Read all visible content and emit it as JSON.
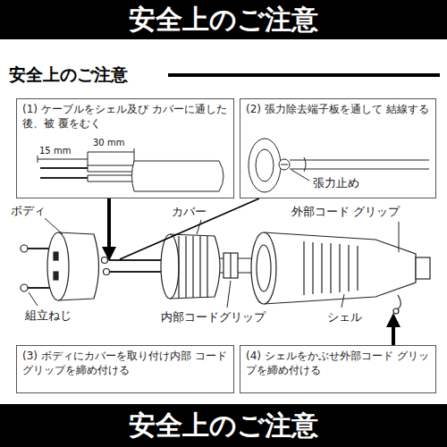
{
  "diagram": {
    "title": "安全上のご注意",
    "nodes": [
      {
        "text": [
          "(1) ケーブルをシェル及び カバーに通した後、被 覆をむく"
        ]
      },
      {
        "text": [
          "(2) 張力除去端子板を通して 結線する"
        ]
      },
      {
        "text": [
          "(3) ボディにカバーを取り付け内部 コードグリップを締め付ける"
        ]
      },
      {
        "text": [
          "(4) シェルをかぶせ外部コード グリップを締め付ける"
        ]
      }
    ],
    "labels": [
      "安全上のご注意",
      "15 mm",
      "30 mm",
      "張力止め",
      "ボディ",
      "カバー",
      "外部コード グリップ",
      "組立ねじ",
      "内部コードグリップ",
      "シェル",
      "安全上のご注意"
    ]
  }
}
